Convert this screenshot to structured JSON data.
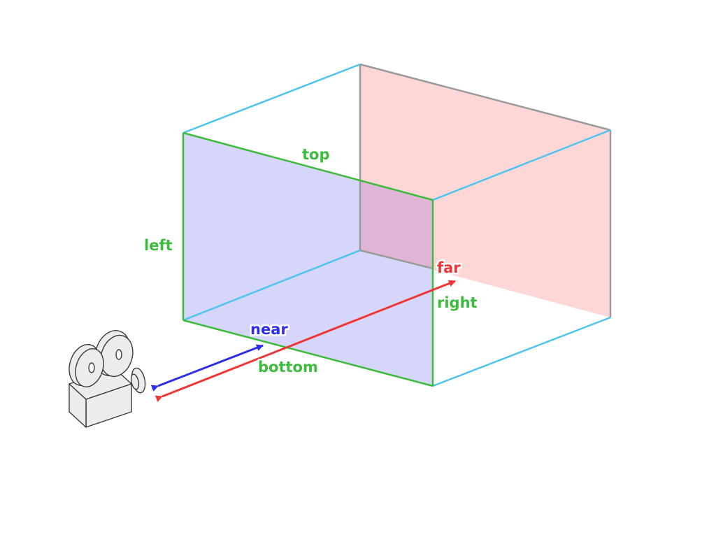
{
  "labels": {
    "top": "top",
    "left": "left",
    "right": "right",
    "bottom": "bottom",
    "near": "near",
    "far": "far"
  },
  "colors": {
    "plane_edge": "#3dbb3d",
    "near_plane_fill": "#d6d6fb",
    "far_plane_fill": "#fdd6d6",
    "overlap_fill": "#e0b6d6",
    "far_plane_edge": "#9a9a9a",
    "frustum_edge": "#4dc4f0",
    "near_arrow": "#2e2ee8",
    "far_arrow": "#f03535",
    "camera_fill": "#ececec",
    "camera_stroke": "#3a3a3a"
  },
  "icons": {
    "camera": "movie-camera-icon"
  }
}
